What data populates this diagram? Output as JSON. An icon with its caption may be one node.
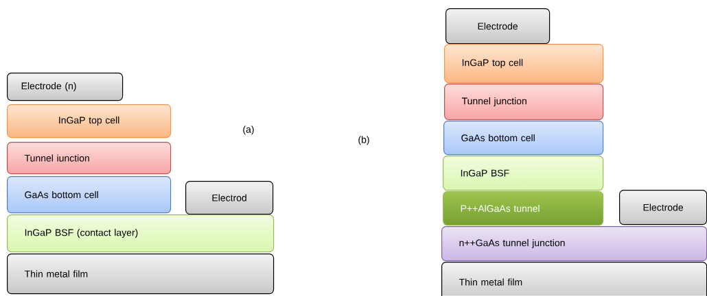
{
  "diagram": {
    "nodes": [
      {
        "text": [
          "Electrode (n)"
        ]
      },
      {
        "text": [
          "InGaP top cell"
        ]
      },
      {
        "text": [
          "Tunnel iunction"
        ]
      },
      {
        "text": [
          "GaAs bottom cell"
        ]
      },
      {
        "text": [
          "Electrod"
        ]
      },
      {
        "text": [
          "InGaP BSF (contact layer)"
        ]
      },
      {
        "text": [
          "Thin metal film"
        ]
      },
      {
        "text": [
          "Electrode"
        ]
      },
      {
        "text": [
          "InGaP top cell"
        ]
      },
      {
        "text": [
          "Tunnel junction"
        ]
      },
      {
        "text": [
          "GaAs bottom cell"
        ]
      },
      {
        "text": [
          "InGaP BSF"
        ]
      },
      {
        "text": [
          "P++AlGaAs tunnel"
        ]
      },
      {
        "text": [
          "Electrode"
        ]
      },
      {
        "text": [
          "n++GaAs tunnel junction"
        ]
      },
      {
        "text": [
          "Thin metal film"
        ]
      }
    ],
    "labels": [
      "(a)",
      "(b)"
    ]
  }
}
